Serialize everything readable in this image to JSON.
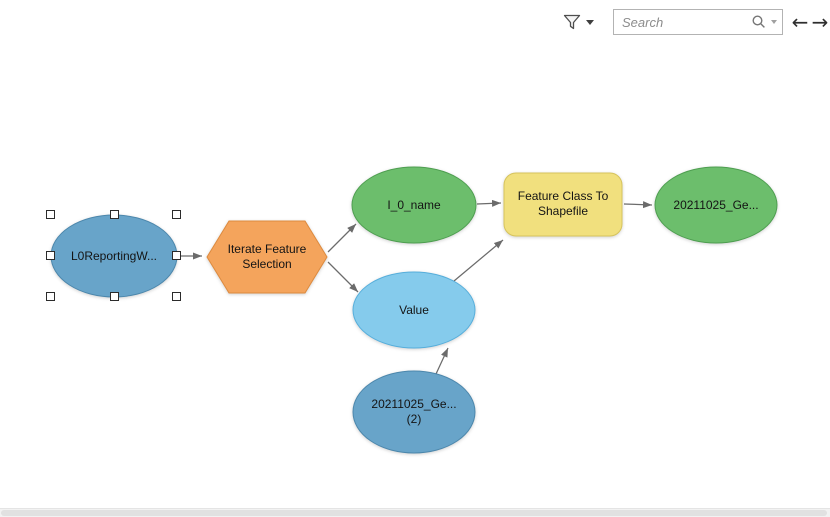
{
  "toolbar": {
    "filter": {
      "icon": "filter-funnel-icon",
      "dropdown_icon": "caret-down-icon"
    },
    "search": {
      "placeholder": "Search",
      "icon": "magnifier-icon",
      "dropdown_icon": "caret-down-icon"
    },
    "nav": {
      "back": "←",
      "forward": "→"
    }
  },
  "model": {
    "connector_color": "#6B6B6B",
    "nodes": [
      {
        "id": "l0reportingw",
        "label": "L0ReportingW...",
        "type": "data-variable",
        "shape": "ellipse",
        "fill": "#68A4C9",
        "stroke": "#4C87AC",
        "selected": true
      },
      {
        "id": "iterate-feature-selection",
        "label": "Iterate Feature Selection",
        "type": "iterator",
        "shape": "hexagon",
        "fill": "#F4A45C",
        "stroke": "#DD8A3E",
        "selected": false
      },
      {
        "id": "i-0-name",
        "label": "I_0_name",
        "type": "derived-variable",
        "shape": "ellipse",
        "fill": "#6CBE6C",
        "stroke": "#4E9E50",
        "selected": false
      },
      {
        "id": "value",
        "label": "Value",
        "type": "derived-variable",
        "shape": "ellipse",
        "fill": "#85CBEC",
        "stroke": "#56AEDB",
        "selected": false
      },
      {
        "id": "feature-class-to-shapefile",
        "label": "Feature Class To Shapefile",
        "type": "tool",
        "shape": "rounded-rect",
        "fill": "#F1E07E",
        "stroke": "#D6C35C",
        "selected": false
      },
      {
        "id": "20211025-ge-output",
        "label": "20211025_Ge...",
        "type": "derived-variable",
        "shape": "ellipse",
        "fill": "#6CBE6C",
        "stroke": "#4E9E50",
        "selected": false
      },
      {
        "id": "20211025-ge-2",
        "label": "20211025_Ge... (2)",
        "type": "data-variable",
        "shape": "ellipse",
        "fill": "#68A4C9",
        "stroke": "#4C87AC",
        "selected": false
      }
    ],
    "connections": [
      {
        "from": "l0reportingw",
        "to": "iterate-feature-selection"
      },
      {
        "from": "iterate-feature-selection",
        "to": "i-0-name"
      },
      {
        "from": "iterate-feature-selection",
        "to": "value"
      },
      {
        "from": "i-0-name",
        "to": "feature-class-to-shapefile"
      },
      {
        "from": "value",
        "to": "feature-class-to-shapefile"
      },
      {
        "from": "20211025-ge-2",
        "to": "value"
      },
      {
        "from": "feature-class-to-shapefile",
        "to": "20211025-ge-output"
      }
    ],
    "selection": {
      "node": "l0reportingw",
      "handle_fill": "#FFFFFF",
      "handle_border": "#2B2B2B"
    }
  },
  "scrollbar": {
    "orientation": "horizontal"
  }
}
